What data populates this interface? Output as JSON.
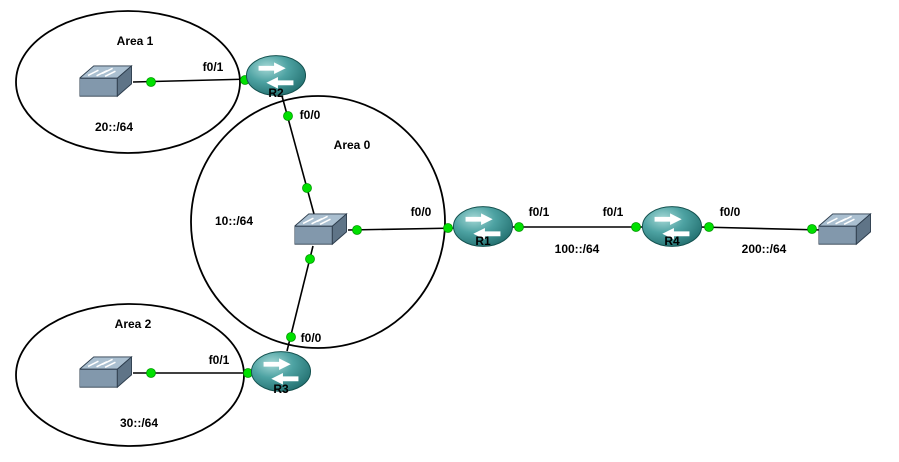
{
  "areas": {
    "area1": {
      "title": "Area 1",
      "network": "20::/64"
    },
    "area0": {
      "title": "Area 0",
      "network": "10::/64"
    },
    "area2": {
      "title": "Area 2",
      "network": "30::/64"
    }
  },
  "routers": {
    "r1": {
      "name": "R1"
    },
    "r2": {
      "name": "R2"
    },
    "r3": {
      "name": "R3"
    },
    "r4": {
      "name": "R4"
    }
  },
  "interface_labels": {
    "sw_area1_to_r2": "f0/1",
    "r2_to_sw_area0": "f0/0",
    "sw_area0_to_r1": "f0/0",
    "r1_to_r4": "f0/1",
    "r4_to_r1": "f0/1",
    "r4_to_sw_right": "f0/0",
    "sw_area2_to_r3": "f0/1",
    "r3_to_sw_area0": "f0/0"
  },
  "network_labels": {
    "r1_r4_link": "100::/64",
    "r4_switch_link": "200::/64"
  },
  "icons": {
    "router": "cisco-router-icon",
    "switch": "ethernet-switch-icon",
    "link_status": "green-status-dot"
  },
  "colors": {
    "background": "#ffffff",
    "area_outline": "#000000",
    "link_line": "#000000",
    "status_up_dot": "#00e000",
    "router_teal": "#4da2a2",
    "switch_gray_blue": "#8298ac",
    "label_text": "#000000"
  }
}
